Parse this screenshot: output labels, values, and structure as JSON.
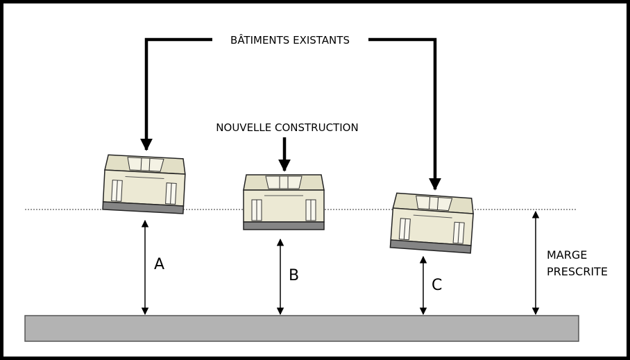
{
  "labels": {
    "existing_buildings": "BÂTIMENTS EXISTANTS",
    "new_construction": "NOUVELLE CONSTRUCTION",
    "dim_a": "A",
    "dim_b": "B",
    "dim_c": "C",
    "margin_line1": "MARGE",
    "margin_line2": "PRESCRITE"
  },
  "colors": {
    "frame": "#000000",
    "road": "#b3b3b3",
    "road_border": "#555555",
    "building_body": "#ece9d4",
    "building_roof": "#e2dfc6",
    "building_base": "#858585",
    "building_outline": "#222222",
    "setback_line": "#333333"
  }
}
